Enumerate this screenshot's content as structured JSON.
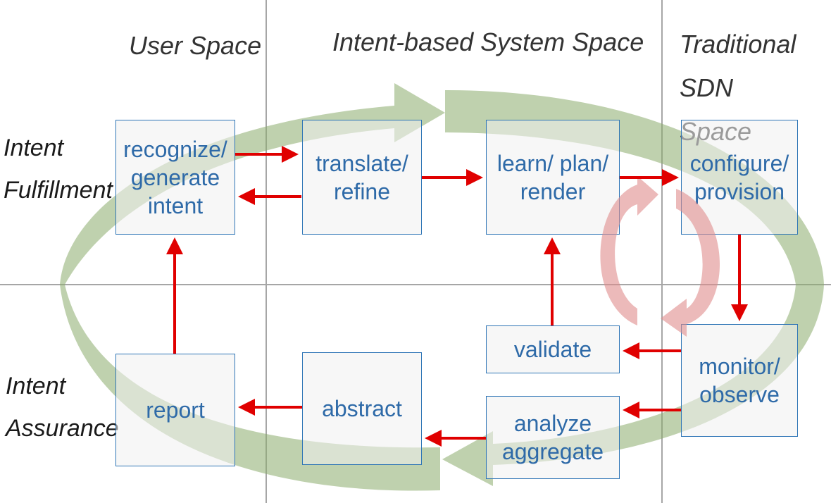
{
  "headers": {
    "user_space": "User Space",
    "intent_space": "Intent-based System Space",
    "sdn_space": "Traditional SDN\nSpace"
  },
  "row_labels": {
    "fulfillment": "Intent\nFulfillment",
    "assurance": "Intent\nAssurance"
  },
  "boxes": {
    "recognize": "recognize/\ngenerate\nintent",
    "translate": "translate/\nrefine",
    "learn": "learn/ plan/\nrender",
    "configure": "configure/\nprovision",
    "report": "report",
    "abstract": "abstract",
    "validate": "validate",
    "analyze": "analyze\naggregate",
    "monitor": "monitor/\nobserve"
  },
  "colors": {
    "outer_loop": "#8aab6c",
    "inner_loop": "#e08c8c",
    "flow_arrow": "#e00000",
    "box_border": "#2e75b6",
    "box_text": "#2e6aa8",
    "divider": "#a6a6a6"
  }
}
